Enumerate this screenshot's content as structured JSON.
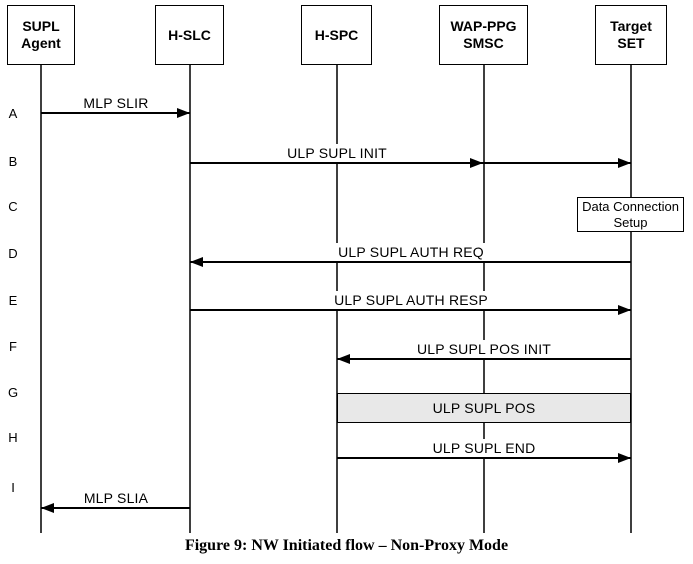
{
  "figure": {
    "caption": "Figure 9: NW Initiated flow – Non-Proxy Mode"
  },
  "actors": [
    {
      "id": "supl-agent",
      "label": "SUPL\nAgent"
    },
    {
      "id": "h-slc",
      "label": "H-SLC"
    },
    {
      "id": "h-spc",
      "label": "H-SPC"
    },
    {
      "id": "wap-ppg-smsc",
      "label": "WAP-PPG\nSMSC"
    },
    {
      "id": "target-set",
      "label": "Target\nSET"
    }
  ],
  "steps": [
    {
      "letter": "A",
      "message": "MLP SLIR",
      "type": "arrow",
      "from": "SUPL Agent",
      "to": "H-SLC",
      "direction": "right"
    },
    {
      "letter": "B",
      "message": "ULP SUPL INIT",
      "type": "arrow",
      "from": "H-SLC",
      "to": "Target SET",
      "via": "WAP-PPG SMSC",
      "direction": "right"
    },
    {
      "letter": "C",
      "message": "Data Connection\nSetup",
      "type": "note",
      "at": "Target SET"
    },
    {
      "letter": "D",
      "message": "ULP SUPL AUTH REQ",
      "type": "arrow",
      "from": "Target SET",
      "to": "H-SLC",
      "direction": "left"
    },
    {
      "letter": "E",
      "message": "ULP SUPL AUTH RESP",
      "type": "arrow",
      "from": "H-SLC",
      "to": "Target SET",
      "direction": "right"
    },
    {
      "letter": "F",
      "message": "ULP SUPL POS INIT",
      "type": "arrow",
      "from": "Target SET",
      "to": "H-SPC",
      "direction": "left"
    },
    {
      "letter": "G",
      "message": "ULP SUPL POS",
      "type": "session-band",
      "between": [
        "H-SPC",
        "Target SET"
      ]
    },
    {
      "letter": "H",
      "message": "ULP SUPL END",
      "type": "arrow",
      "from": "H-SPC",
      "to": "Target SET",
      "direction": "right"
    },
    {
      "letter": "I",
      "message": "MLP SLIA",
      "type": "arrow",
      "from": "H-SLC",
      "to": "SUPL Agent",
      "direction": "left"
    }
  ],
  "colors": {
    "line": "#000000",
    "lifeline": "#3f3f3f",
    "band_fill": "#e8e8e8",
    "background": "#ffffff"
  }
}
